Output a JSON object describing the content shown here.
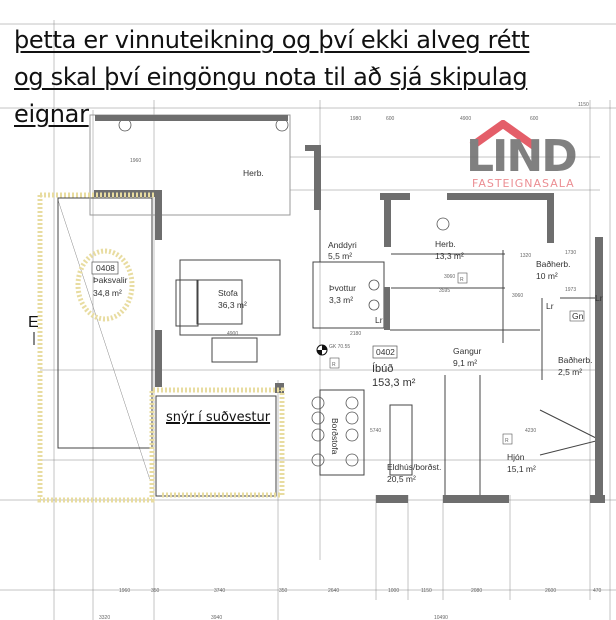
{
  "notice": {
    "line1": "þetta er vinnuteikning og því ekki alveg rétt",
    "line2": "og skal því eingöngu nota til að sjá skipulag",
    "line3": "eignar",
    "orientation": "snýr í suðvestur"
  },
  "logo": {
    "name": "LIND",
    "subtitle": "FASTEIGNASALA",
    "roof_color": "#e0434f",
    "text_color": "#6b6b6b"
  },
  "rooms": {
    "balcony_id": "0408",
    "balcony_name": "Þaksvalir",
    "balcony_area": "34,8 m²",
    "stofa": "Stofa",
    "stofa_area": "36,3 m²",
    "herb_top": "Herb.",
    "anddyri": "Anddyri",
    "anddyri_area": "5,5 m²",
    "herb2": "Herb.",
    "herb2_area": "13,3 m²",
    "bad1": "Baðherb.",
    "bad1_area": "10 m²",
    "thvottur": "Þvottur",
    "thvottur_area": "3,3 m²",
    "lr1": "Lr",
    "lr2": "Lr",
    "lr3": "Lr",
    "gn": "Gn",
    "gk": "GK 70.55",
    "unit_id": "0402",
    "unit_name": "Íbúð",
    "unit_area": "153,3 m²",
    "gangur": "Gangur",
    "gangur_area": "9,1 m²",
    "bad2": "Baðherb.",
    "bad2_area": "2,5 m²",
    "bordstofa": "Borðstofa",
    "eldhus": "Eldhús/borðst.",
    "eldhus_area": "20,5 m²",
    "hjon": "Hjón",
    "hjon_area": "15,1 m²",
    "r": "R",
    "elevation": "E"
  },
  "dimensions": {
    "bottom": [
      "1960",
      "350",
      "3740",
      "350",
      "2640",
      "1000",
      "1150",
      "2080",
      "2600",
      "470"
    ],
    "bottom2": [
      "3320",
      "3940",
      "10490"
    ],
    "top": [
      "1980",
      "600",
      "4900",
      "600",
      "1150"
    ],
    "inner": [
      "1960",
      "4900",
      "2180",
      "3595",
      "3060",
      "1730",
      "1320",
      "1973",
      "3060",
      "5740",
      "4230"
    ]
  },
  "colors": {
    "wall": "#6e6e6e",
    "highlight": "#e8dca0",
    "line": "#555555"
  }
}
